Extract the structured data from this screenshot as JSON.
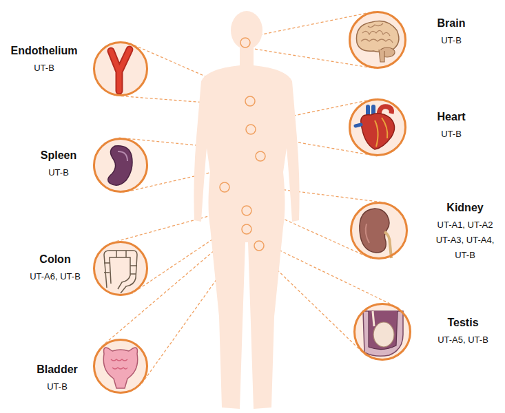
{
  "diagram": {
    "nodes": [
      {
        "text": [
          "Endothelium",
          "UT-B"
        ]
      },
      {
        "text": [
          "Brain",
          "UT-B"
        ]
      },
      {
        "text": [
          "Heart",
          "UT-B"
        ]
      },
      {
        "text": [
          "Spleen",
          "UT-B"
        ]
      },
      {
        "text": [
          "Kidney",
          "UT-A1, UT-A2 UT-A3, UT-A4, UT-B"
        ]
      },
      {
        "text": [
          "Colon",
          "UT-A6, UT-B"
        ]
      },
      {
        "text": [
          "Testis",
          "UT-A5, UT-B"
        ]
      },
      {
        "text": [
          "Bladder",
          "UT-B"
        ]
      }
    ]
  }
}
